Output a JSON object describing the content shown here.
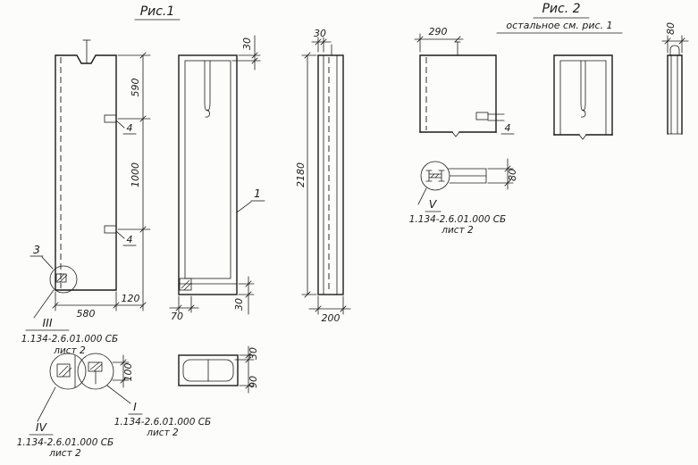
{
  "fig1": {
    "title": "Рис.1",
    "left_view": {
      "dim_590": "590",
      "dim_1000": "1000",
      "embed_mark_top": "4",
      "embed_mark_bottom": "4",
      "detail_mark": "3",
      "dim_580": "580",
      "dim_120": "120",
      "callout": {
        "roman": "III",
        "doc": "1.134-2.6.01.000 СБ",
        "sheet": "лист 2"
      }
    },
    "front_view": {
      "dim_top_30": "30",
      "part_mark": "1",
      "dim_70": "70",
      "dim_bottom_30": "30"
    },
    "side_view": {
      "dim_top_30": "30",
      "dim_2180": "2180",
      "dim_200": "200"
    },
    "section_plan": {
      "dim_30": "30",
      "dim_90": "90"
    },
    "details": {
      "dim_100": "100",
      "callout_iv": {
        "roman": "IV",
        "doc": "1.134-2.6.01.000 СБ",
        "sheet": "лист 2"
      },
      "callout_i": {
        "roman": "I",
        "doc": "1.134-2.6.01.000 СБ",
        "sheet": "лист 2"
      }
    }
  },
  "fig2": {
    "title": "Рис. 2",
    "note": "остальное см. рис. 1",
    "left_view": {
      "dim_290": "290",
      "embed_mark": "4"
    },
    "detail_v": {
      "dim_80": "80",
      "roman": "V",
      "doc": "1.134-2.6.01.000 СБ",
      "sheet": "лист 2"
    },
    "side_view": {
      "dim_80": "80"
    }
  },
  "colors": {
    "ink": "#1b1b1b",
    "paper": "#fcfcfa"
  }
}
